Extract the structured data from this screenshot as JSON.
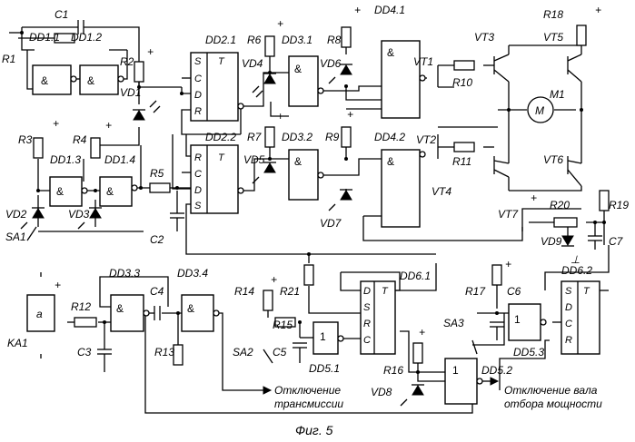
{
  "caption": "Фиг. 5",
  "annotations": {
    "trans_off_1": "Отключение",
    "trans_off_2": "трансмиссии",
    "pto_off_1": "Отключение вала",
    "pto_off_2": "отбора мощности"
  },
  "pins": {
    "S": "S",
    "T": "T",
    "C": "C",
    "D": "D",
    "R": "R"
  },
  "gate_symbols": {
    "and": "&",
    "buf": "1",
    "motor": "M",
    "sensor": "a"
  },
  "supply_symbol": "+",
  "ground_symbol": "⊥",
  "labels": {
    "C1": "C1",
    "R1": "R1",
    "DD11": "DD1.1",
    "DD12": "DD1.2",
    "R2": "R2",
    "VD1": "VD1",
    "DD21": "DD2.1",
    "R6": "R6",
    "VD4": "VD4",
    "DD31": "DD3.1",
    "R8": "R8",
    "VD6": "VD6",
    "DD41": "DD4.1",
    "R18": "R18",
    "VT3": "VT3",
    "VT5": "VT5",
    "VT1": "VT1",
    "R10": "R10",
    "M1": "M1",
    "R3": "R3",
    "R4": "R4",
    "DD13": "DD1.3",
    "DD14": "DD1.4",
    "VD2": "VD2",
    "VD3": "VD3",
    "R5": "R5",
    "C2": "C2",
    "SA1": "SA1",
    "DD22": "DD2.2",
    "R7": "R7",
    "DD32": "DD3.2",
    "VD5": "VD5",
    "R9": "R9",
    "DD42": "DD4.2",
    "VD7": "VD7",
    "VT2": "VT2",
    "R11": "R11",
    "VT4": "VT4",
    "VT6": "VT6",
    "VT7": "VT7",
    "R20": "R20",
    "R19": "R19",
    "VD9": "VD9",
    "C7": "C7",
    "DD33": "DD3.3",
    "DD34": "DD3.4",
    "C4": "C4",
    "R12": "R12",
    "KA1": "KA1",
    "C3": "C3",
    "R13": "R13",
    "R14": "R14",
    "R21": "R21",
    "R15": "R15",
    "C5": "C5",
    "SA2": "SA2",
    "DD51": "DD5.1",
    "DD61": "DD6.1",
    "R17": "R17",
    "C6": "C6",
    "SA3": "SA3",
    "DD62": "DD6.2",
    "DD53": "DD5.3",
    "R16": "R16",
    "VD8": "VD8",
    "DD52": "DD5.2"
  }
}
